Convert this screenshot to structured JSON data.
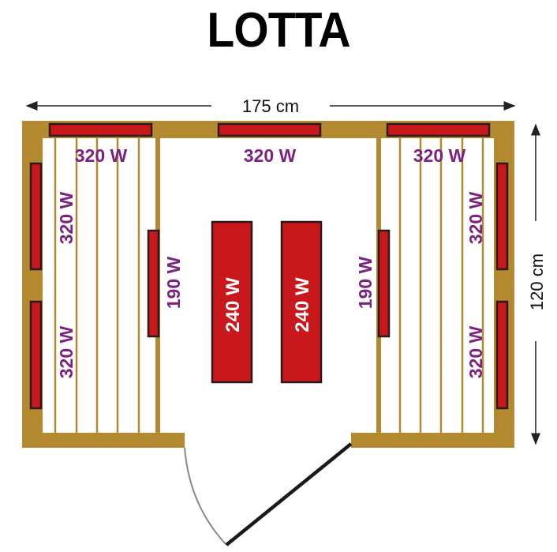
{
  "title": "LOTTA",
  "dimensions": {
    "width_label": "175 cm",
    "depth_label": "120 cm"
  },
  "colors": {
    "wood": "#b38a30",
    "heater": "#c8181b",
    "heater_border": "#2a1a1a",
    "power_text": "#7b2280",
    "door": "#1a1a1a",
    "door_arc": "#888888"
  },
  "heaters": {
    "back_left": "320 W",
    "back_center": "320 W",
    "back_right": "320 W",
    "left_upper": "320 W",
    "left_lower": "320 W",
    "right_upper": "320 W",
    "right_lower": "320 W",
    "inner_left": "190 W",
    "inner_right": "190 W",
    "floor_left": "240 W",
    "floor_right": "240 W"
  }
}
